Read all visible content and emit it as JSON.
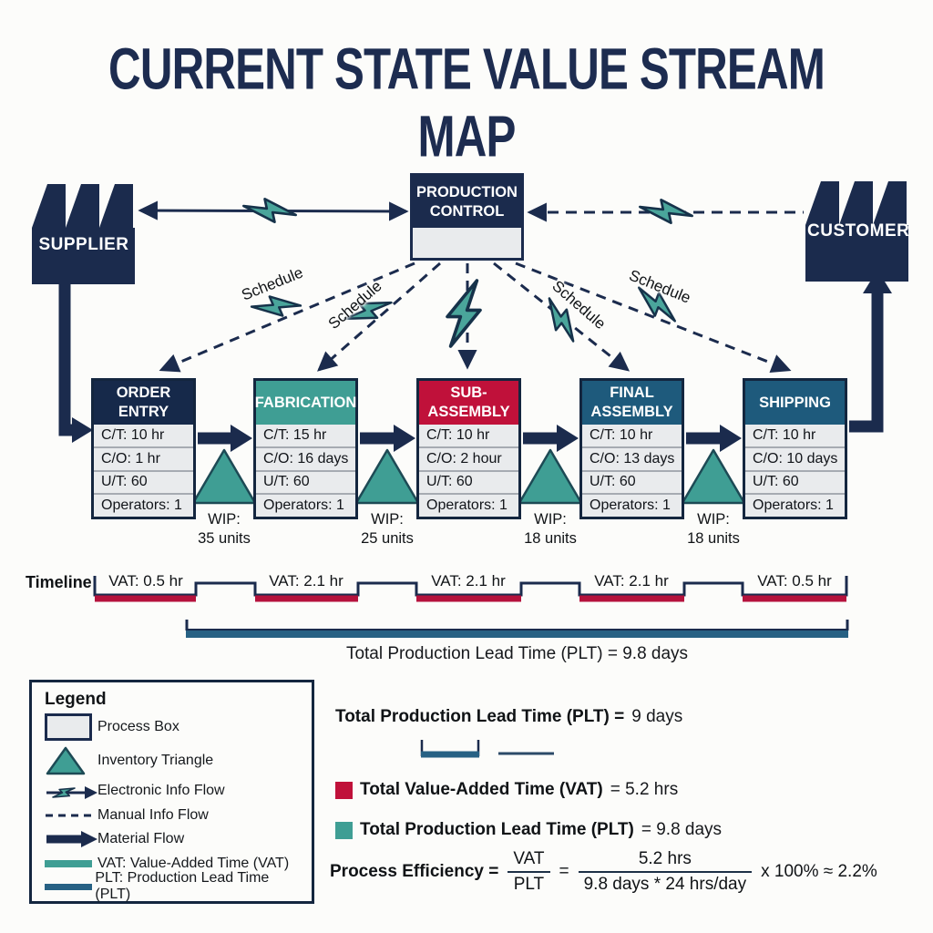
{
  "title": "CURRENT STATE VALUE STREAM MAP",
  "entities": {
    "supplier": "SUPPLIER",
    "production_control": "PRODUCTION CONTROL",
    "customer": "CUSTOMER"
  },
  "schedule_labels": [
    "Schedule",
    "Schedule",
    "Schedule",
    "Schedule"
  ],
  "processes": [
    {
      "name": "ORDER ENTRY",
      "header_color": "#16294a",
      "stats": [
        "C/T: 10 hr",
        "C/O: 1 hr",
        "U/T: 60",
        "Operators: 1"
      ]
    },
    {
      "name": "FABRICATION",
      "header_color": "#3f9e94",
      "stats": [
        "C/T: 15 hr",
        "C/O: 16 days",
        "U/T: 60",
        "Operators: 1"
      ]
    },
    {
      "name": "SUB-ASSEMBLY",
      "header_color": "#c0113a",
      "stats": [
        "C/T: 10 hr",
        "C/O: 2 hour",
        "U/T: 60",
        "Operators: 1"
      ]
    },
    {
      "name": "FINAL ASSEMBLY",
      "header_color": "#1e5a7c",
      "stats": [
        "C/T: 10 hr",
        "C/O: 13 days",
        "U/T: 60",
        "Operators: 1"
      ]
    },
    {
      "name": "SHIPPING",
      "header_color": "#1e5a7c",
      "stats": [
        "C/T: 10 hr",
        "C/O: 10 days",
        "U/T: 60",
        "Operators: 1"
      ]
    }
  ],
  "inventory": [
    {
      "label": "WIP:",
      "value": "35 units"
    },
    {
      "label": "WIP:",
      "value": "25 units"
    },
    {
      "label": "WIP:",
      "value": "18 units"
    },
    {
      "label": "WIP:",
      "value": "18 units"
    }
  ],
  "timeline": {
    "label": "Timeline",
    "vat_segments": [
      "VAT: 0.5 hr",
      "VAT: 2.1 hr",
      "VAT: 2.1 hr",
      "VAT: 2.1 hr",
      "VAT: 0.5 hr"
    ],
    "plt_total": "Total Production Lead Time (PLT) = 9.8 days"
  },
  "legend": {
    "title": "Legend",
    "items": [
      "Process Box",
      "Inventory Triangle",
      "Electronic Info Flow",
      "Manual Info Flow",
      "Material Flow",
      "VAT: Value-Added Time (VAT)",
      "PLT: Production Lead Time (PLT)"
    ]
  },
  "summary": {
    "plt_line_label": "Total Production Lead Time (PLT) =",
    "plt_line_value": "9 days",
    "vat_line_label": "Total Value-Added Time (VAT)",
    "vat_line_value": "= 5.2 hrs",
    "plt2_line_label": "Total Production Lead Time (PLT)",
    "plt2_line_value": "= 9.8 days",
    "efficiency": {
      "label": "Process Efficiency =",
      "frac1_num": "VAT",
      "frac1_den": "PLT",
      "equals": "=",
      "frac2_num": "5.2 hrs",
      "frac2_den": "9.8 days * 24 hrs/day",
      "suffix": "x 100% ≈ 2.2%"
    }
  },
  "colors": {
    "navy": "#1b2b4d",
    "teal": "#3f9e94",
    "crimson": "#c0113a",
    "steel_blue": "#276184",
    "bolt_teal": "#4aa59b",
    "process_body": "#e9ebed",
    "timeline_red": "#b5123c"
  }
}
